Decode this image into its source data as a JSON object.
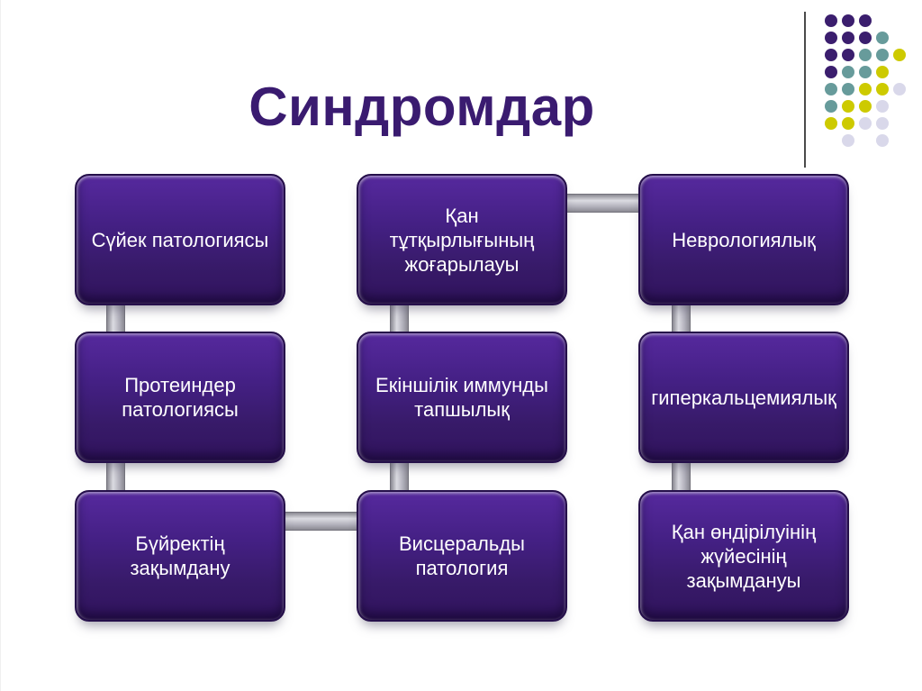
{
  "slide": {
    "title": "Синдромдар",
    "title_color": "#3a1b70",
    "background_color": "#ffffff"
  },
  "decoration": {
    "vertical_line_color": "#4a4a4a",
    "dot_colors": {
      "p": "#3b1e6e",
      "t": "#679b9b",
      "y": "#cdca00",
      "l": "#d9d8ea"
    },
    "dot_pattern": [
      [
        "p",
        "p",
        "p",
        "",
        ""
      ],
      [
        "p",
        "p",
        "p",
        "t",
        ""
      ],
      [
        "p",
        "p",
        "t",
        "t",
        "y"
      ],
      [
        "p",
        "t",
        "t",
        "y",
        ""
      ],
      [
        "t",
        "t",
        "y",
        "y",
        "l"
      ],
      [
        "t",
        "y",
        "y",
        "l",
        ""
      ],
      [
        "y",
        "y",
        "l",
        "l",
        ""
      ],
      [
        "",
        "l",
        "",
        "l",
        ""
      ]
    ]
  },
  "diagram": {
    "node_fill_color": "#442084",
    "node_text_color": "#ffffff",
    "connector_color": "#b2b1bc",
    "boxes": [
      {
        "label": "Сүйек патологиясы",
        "row": 0,
        "col": 0
      },
      {
        "label": "Қан тұтқырлығының жоғарылауы",
        "row": 0,
        "col": 1
      },
      {
        "label": "Неврологиялық",
        "row": 0,
        "col": 2
      },
      {
        "label": "Протеиндер патологиясы",
        "row": 1,
        "col": 0
      },
      {
        "label": "Екіншілік иммунды тапшылық",
        "row": 1,
        "col": 1
      },
      {
        "label": "гиперкальцемиялық",
        "row": 1,
        "col": 2
      },
      {
        "label": "Бүйректің зақымдану",
        "row": 2,
        "col": 0
      },
      {
        "label": "Висцеральды патология",
        "row": 2,
        "col": 1
      },
      {
        "label": "Қан өндірілуінің жүйесінің зақымдануы",
        "row": 2,
        "col": 2
      }
    ],
    "connections": [
      {
        "from": 0,
        "to": 3,
        "type": "vertical"
      },
      {
        "from": 3,
        "to": 6,
        "type": "vertical"
      },
      {
        "from": 1,
        "to": 4,
        "type": "vertical"
      },
      {
        "from": 4,
        "to": 7,
        "type": "vertical"
      },
      {
        "from": 2,
        "to": 5,
        "type": "vertical"
      },
      {
        "from": 5,
        "to": 8,
        "type": "vertical"
      },
      {
        "from": 1,
        "to": 2,
        "type": "horizontal"
      },
      {
        "from": 6,
        "to": 7,
        "type": "horizontal"
      }
    ]
  }
}
